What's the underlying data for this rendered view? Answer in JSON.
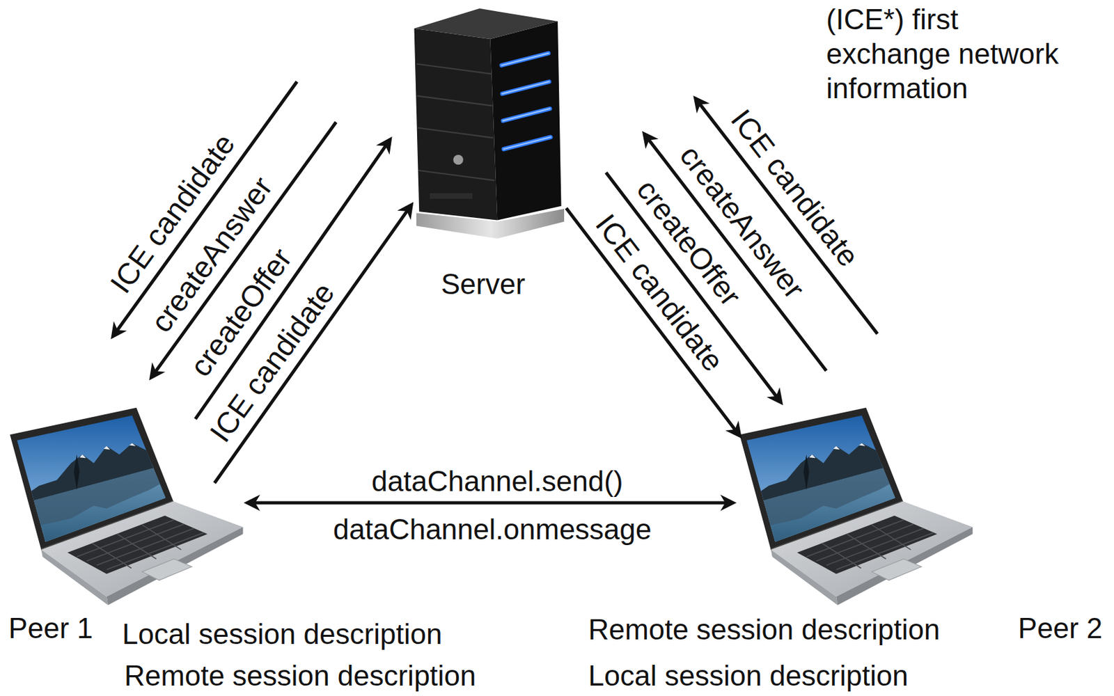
{
  "diagram": {
    "nodes": [
      {
        "text": [
          "Server"
        ]
      },
      {
        "text": [
          "Peer 1"
        ]
      },
      {
        "text": [
          "Peer 2"
        ]
      }
    ],
    "edges": [
      {
        "from": 0,
        "to": 1,
        "arrow": "to",
        "label": "ICE candidate"
      },
      {
        "from": 0,
        "to": 1,
        "arrow": "to",
        "label": "createAnswer"
      },
      {
        "from": 1,
        "to": 0,
        "arrow": "to",
        "label": "createOffer"
      },
      {
        "from": 1,
        "to": 0,
        "arrow": "to",
        "label": "ICE candidate"
      },
      {
        "from": 0,
        "to": 2,
        "arrow": "to",
        "label": "ICE candidate"
      },
      {
        "from": 0,
        "to": 2,
        "arrow": "to",
        "label": "createOffer"
      },
      {
        "from": 2,
        "to": 0,
        "arrow": "to",
        "label": "createAnswer"
      },
      {
        "from": 2,
        "to": 0,
        "arrow": "to",
        "label": "ICE candidate"
      },
      {
        "from": 1,
        "to": 2,
        "arrow": "both",
        "label": "dataChannel.send()"
      }
    ],
    "labels": [
      "(ICE*) first exchange network information",
      "dataChannel.onmessage",
      "Local session description",
      "Remote session description",
      "Remote session description",
      "Local session description"
    ]
  }
}
